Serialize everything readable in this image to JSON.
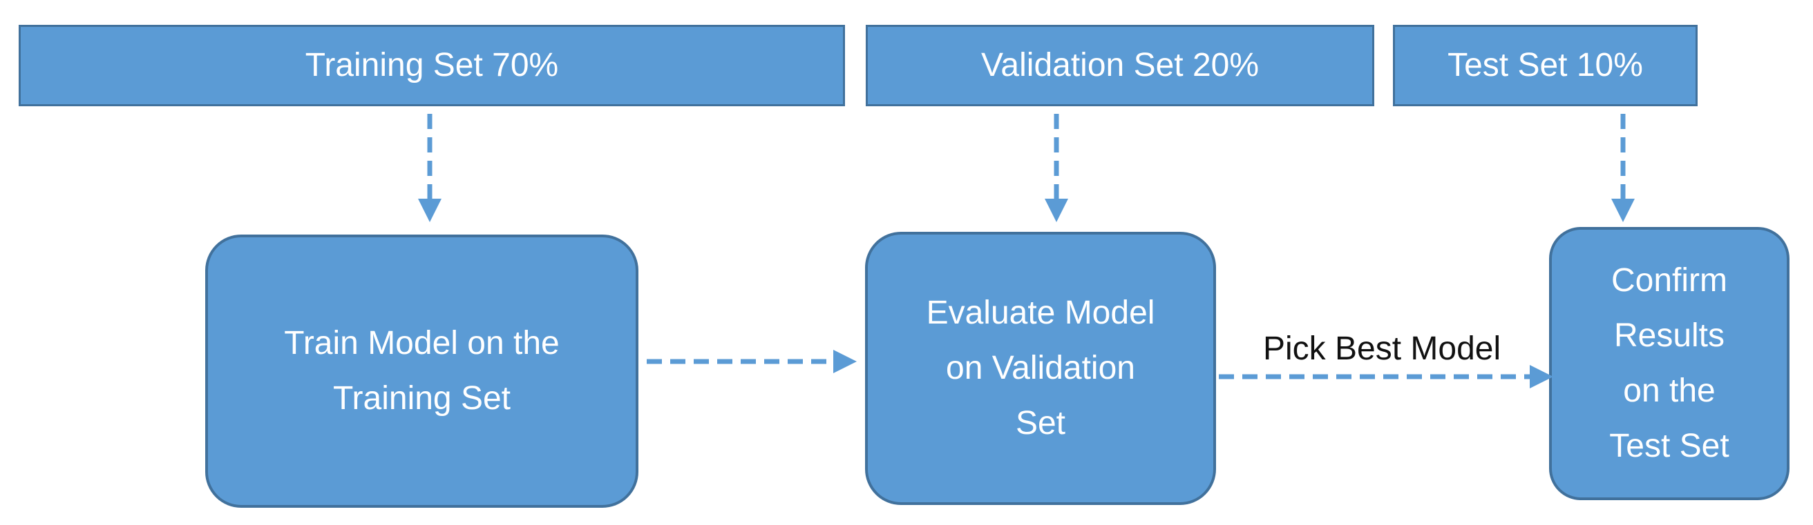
{
  "splits": {
    "training": "Training Set 70%",
    "validation": "Validation Set 20%",
    "test": "Test Set 10%"
  },
  "steps": {
    "train": "Train Model on the\nTraining Set",
    "evaluate": "Evaluate Model\non Validation\nSet",
    "confirm": "Confirm\nResults\non the\nTest Set"
  },
  "edges": {
    "pick_best": "Pick Best Model"
  },
  "colors": {
    "box_fill": "#5b9bd5",
    "box_border": "#41719c",
    "connector": "#5b9bd5",
    "box_text": "#ffffff",
    "label_text": "#111111"
  }
}
